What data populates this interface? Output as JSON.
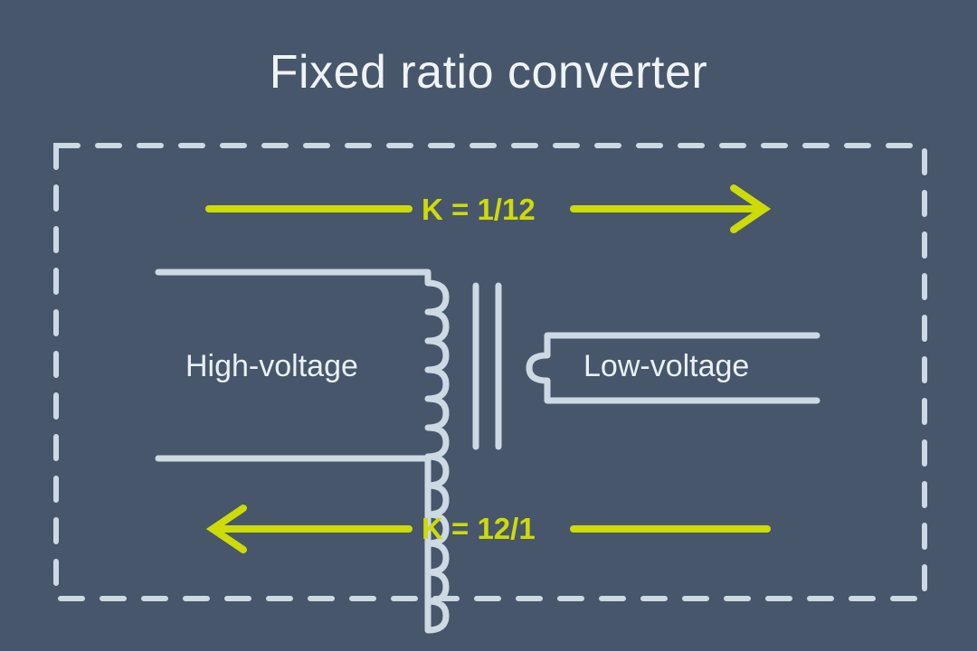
{
  "figure": {
    "title": "Fixed ratio converter",
    "background_color": "#47566b",
    "line_color": "#cdd9e3",
    "accent_color": "#cddb07",
    "text_color": "#e9f0f6"
  },
  "container": {
    "style": "dashed-rectangle",
    "border_color": "#cdd9e3"
  },
  "flows": [
    {
      "id": "top",
      "label": "K = 1/12",
      "direction": "right",
      "color": "#cddb07",
      "arrowhead": "open-chevron"
    },
    {
      "id": "bottom",
      "label": "K = 12/1",
      "direction": "left",
      "color": "#cddb07",
      "arrowhead": "open-chevron"
    }
  ],
  "transformer": {
    "primary": {
      "label": "High-voltage",
      "turns": 12,
      "side": "left"
    },
    "core": {
      "bars": 2
    },
    "secondary": {
      "label": "Low-voltage",
      "turns": 1,
      "side": "right"
    }
  }
}
